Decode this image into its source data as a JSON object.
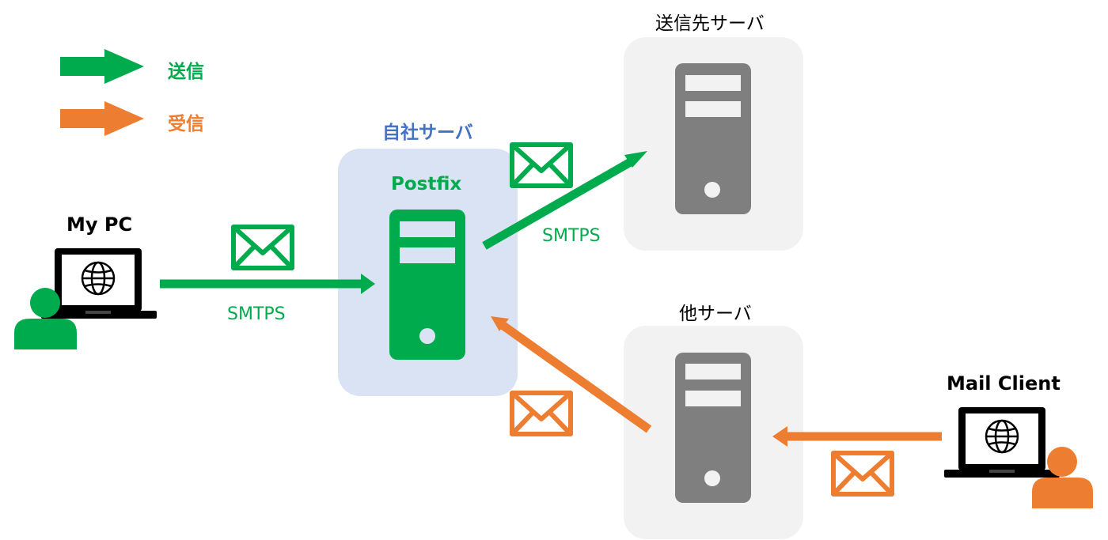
{
  "legend": {
    "send": {
      "label": "送信",
      "color": "#00AB4E"
    },
    "receive": {
      "label": "受信",
      "color": "#ED7D31"
    }
  },
  "nodes": {
    "my_pc": {
      "label": "My PC"
    },
    "company_server": {
      "label": "自社サーバ",
      "software": "Postfix",
      "color": "#4472C4"
    },
    "destination_server": {
      "label": "送信先サーバ"
    },
    "other_server": {
      "label": "他サーバ"
    },
    "mail_client": {
      "label": "Mail Client"
    }
  },
  "connections": {
    "pc_to_postfix": {
      "protocol": "SMTPS"
    },
    "postfix_to_destination": {
      "protocol": "SMTPS"
    }
  },
  "icons": [
    "laptop-icon",
    "globe-icon",
    "person-icon",
    "server-icon",
    "envelope-icon",
    "arrow-icon"
  ]
}
